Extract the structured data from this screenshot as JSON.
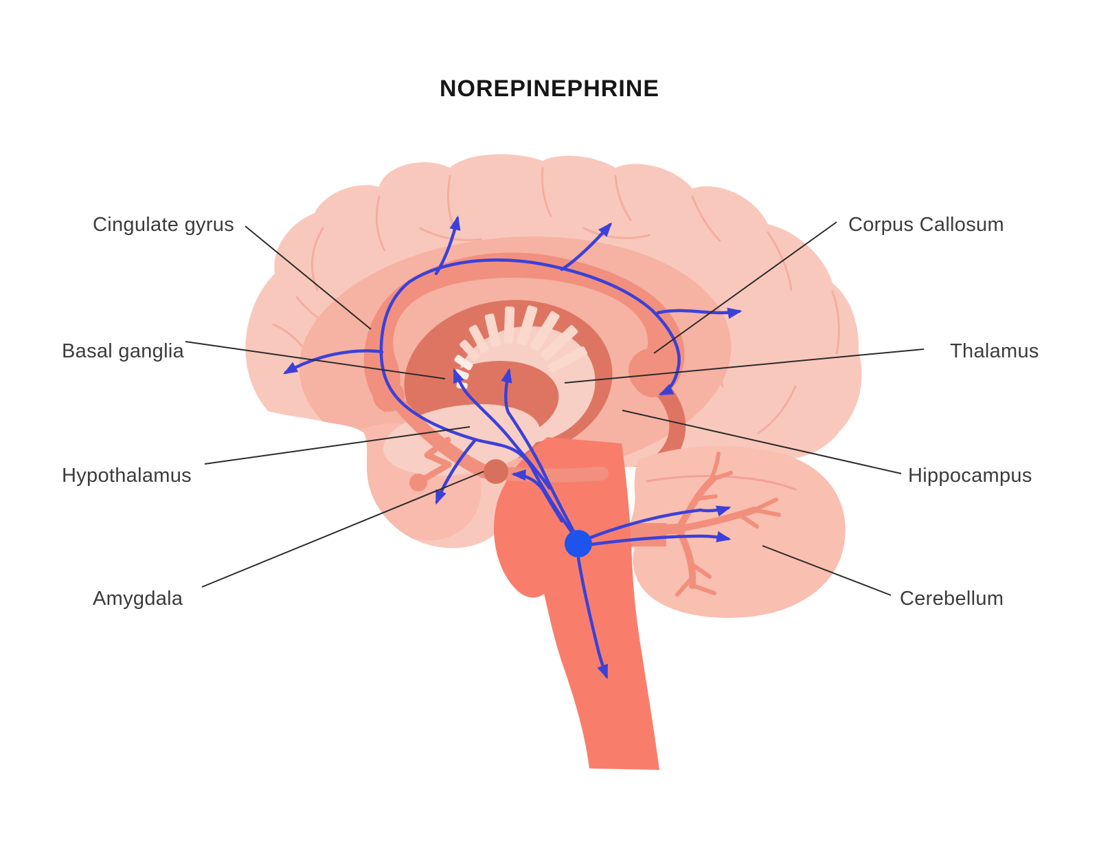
{
  "title": "NOREPINEPHRINE",
  "labels": {
    "cingulate_gyrus": "Cingulate gyrus",
    "basal_ganglia": "Basal ganglia",
    "hypothalamus": "Hypothalamus",
    "amygdala": "Amygdala",
    "corpus_callosum": "Corpus Callosum",
    "thalamus": "Thalamus",
    "hippocampus": "Hippocampus",
    "cerebellum": "Cerebellum"
  },
  "palette": {
    "pathway_blue": "#3B41D8",
    "locus_coeruleus_blue": "#1D54EC",
    "cortex_pink": "#F9C8BC",
    "limbic_pink": "#F6B2A3",
    "temporal_pink": "#F8BBAD",
    "salmon": "#F1907E",
    "brainstem_salmon": "#F87E6B",
    "deep_salmon": "#DE7563",
    "inner_light_pink": "#F8CFC4",
    "fornix_stria_pink": "#FAD8CC",
    "cerebellum_pink": "#F9BFB1",
    "label_text": "#3B3B3D",
    "background": "#FFFFFF"
  }
}
